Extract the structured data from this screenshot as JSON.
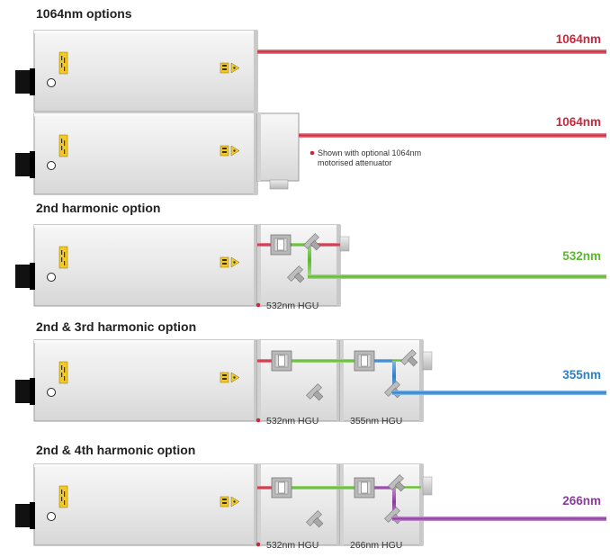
{
  "sections": [
    {
      "title": "1064nm options",
      "wavelength": "1064nm"
    },
    {
      "wavelength": "1064nm",
      "note": [
        "Shown with optional 1064nm",
        "motorised attenuator"
      ]
    },
    {
      "title": "2nd harmonic option",
      "wavelength": "532nm",
      "hgu_labels": [
        "532nm HGU"
      ]
    },
    {
      "title": "2nd & 3rd harmonic option",
      "wavelength": "355nm",
      "hgu_labels": [
        "532nm HGU",
        "355nm HGU"
      ]
    },
    {
      "title": "2nd & 4th harmonic option",
      "wavelength": "266nm",
      "hgu_labels": [
        "532nm HGU",
        "266nm HGU"
      ]
    }
  ],
  "colors": {
    "ir_1064": "#c8283c",
    "green_532": "#5cb82e",
    "uv_355": "#2e7fc9",
    "uv_266": "#8b3a9e",
    "laser_body": "#ececec",
    "note_bullet": "#c8283c"
  },
  "icons": [
    "laser-warning-label-icon",
    "laser-aperture-warning-icon"
  ]
}
